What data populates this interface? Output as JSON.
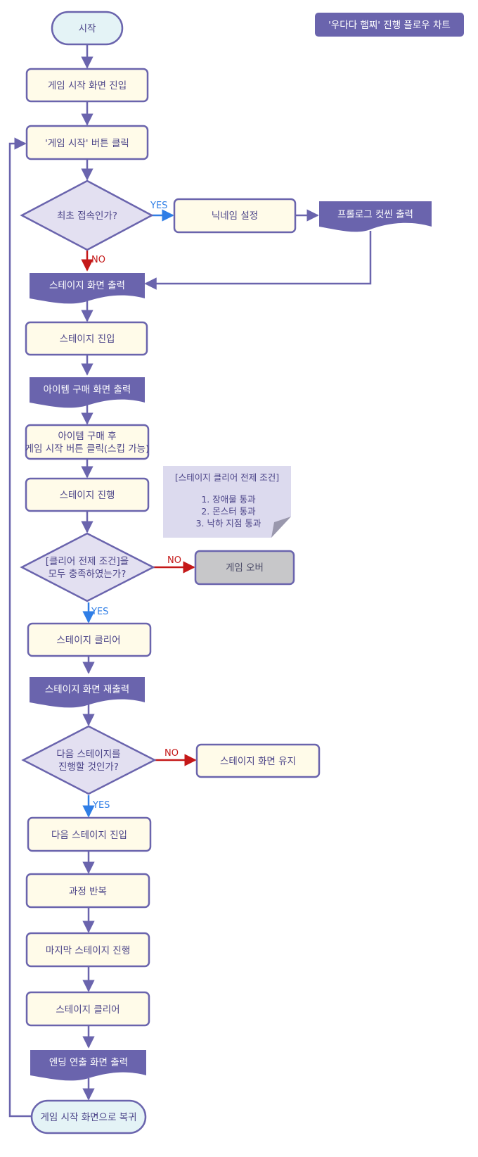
{
  "title": "'우다다 햄찌' 진행 플로우 차트",
  "nodes": {
    "start": "시작",
    "enter_start_screen": "게임 시작 화면 진입",
    "click_start_button": "'게임 시작' 버튼 클릭",
    "first_access": "최초 접속인가?",
    "nickname_setup": "닉네임 설정",
    "prologue": "프롤로그 컷씬 출력",
    "stage_screen": "스테이지 화면 출력",
    "stage_enter": "스테이지 진입",
    "item_shop_screen": "아이템 구매 화면 출력",
    "item_buy_line1": "아이템 구매 후",
    "item_buy_line2": "게임 시작 버튼 클릭(스킵 가능)",
    "stage_progress": "스테이지 진행",
    "clear_condition_line1": "[클리어 전제 조건]을",
    "clear_condition_line2": "모두 충족하였는가?",
    "game_over": "게임 오버",
    "stage_clear": "스테이지 클리어",
    "stage_screen_again": "스테이지 화면 재출력",
    "next_stage_line1": "다음 스테이지를",
    "next_stage_line2": "진행할 것인가?",
    "keep_stage_screen": "스테이지 화면 유지",
    "next_stage_enter": "다음 스테이지 진입",
    "repeat": "과정 반복",
    "last_stage": "마지막 스테이지 진행",
    "final_stage_clear": "스테이지 클리어",
    "ending": "엔딩 연출 화면 출력",
    "return_start": "게임 시작 화면으로 복귀"
  },
  "note": {
    "title": "[스테이지 클리어 전제 조건]",
    "items": [
      "1. 장애물 통과",
      "2. 몬스터 통과",
      "3. 낙하 지점 통과"
    ]
  },
  "edge_labels": {
    "yes": "YES",
    "no": "NO"
  },
  "colors": {
    "accent": "#6a64ad",
    "yes": "#2f7ee6",
    "no": "#c41818",
    "process_fill": "#fffbe9",
    "terminal_fill": "#e4f3f6",
    "decision_fill": "#e3e0f1",
    "note_fill": "#dcdaee",
    "gameover_fill": "#c7c7c9"
  }
}
